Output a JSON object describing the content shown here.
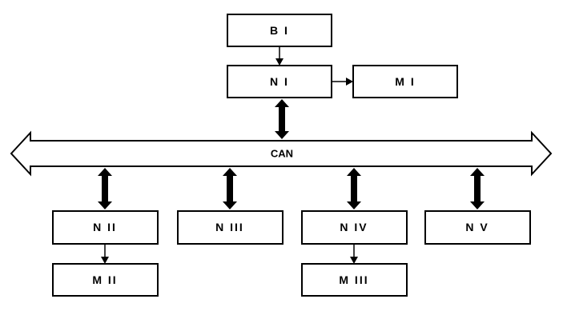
{
  "bus": {
    "label": "CAN"
  },
  "nodes": {
    "bi": {
      "label": "B I"
    },
    "ni": {
      "label": "N I"
    },
    "mi": {
      "label": "M I"
    },
    "nii": {
      "label": "N II"
    },
    "niii": {
      "label": "N III"
    },
    "niv": {
      "label": "N IV"
    },
    "nv": {
      "label": "N V"
    },
    "mii": {
      "label": "M II"
    },
    "miii": {
      "label": "M III"
    }
  },
  "colors": {
    "stroke": "#000000",
    "fill": "#ffffff"
  }
}
